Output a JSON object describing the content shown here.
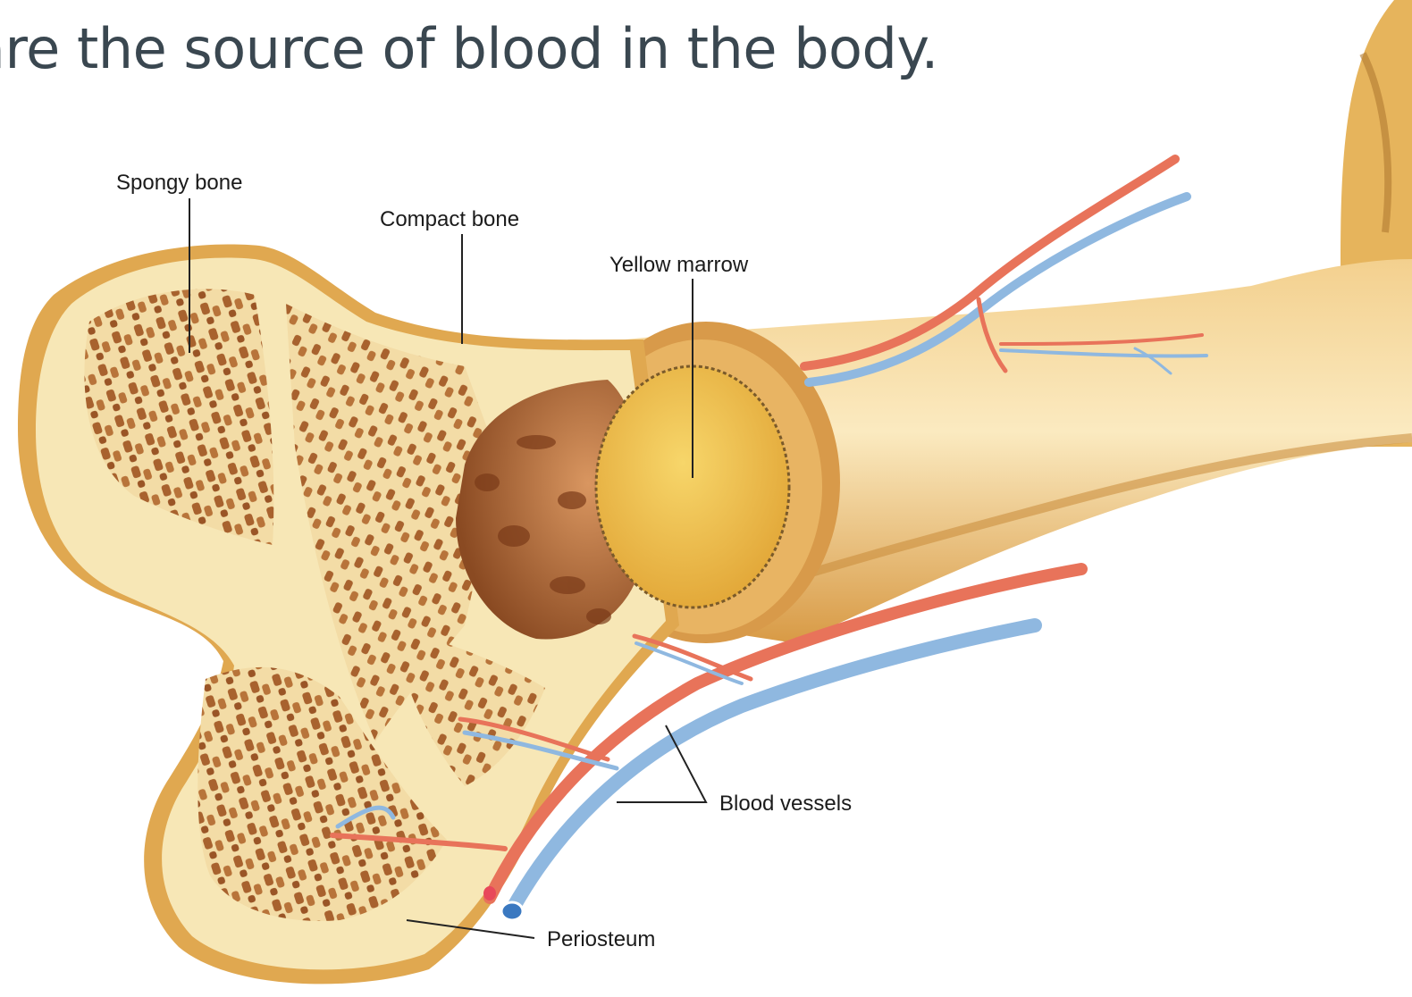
{
  "caption": {
    "text": "are the source of blood in the body."
  },
  "labels": {
    "spongy_bone": "Spongy bone",
    "compact_bone": "Compact bone",
    "yellow_marrow": "Yellow marrow",
    "blood_vessels": "Blood vessels",
    "periosteum": "Periosteum"
  },
  "colors": {
    "bone_outer": "#e0a850",
    "bone_light": "#f7e7b6",
    "spongy_pore": "#a8622e",
    "marrow": "#edc44a",
    "artery": "#e8735a",
    "vein": "#8fb8e0",
    "caption_text": "#3a4750"
  }
}
